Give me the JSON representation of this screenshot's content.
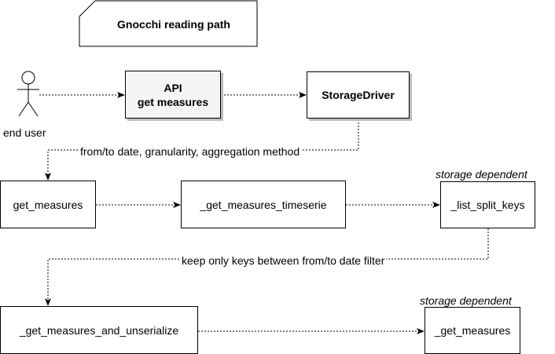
{
  "title": "Gnocchi reading path",
  "actor": {
    "label": "end user"
  },
  "nodes": {
    "api_line1": "API",
    "api_line2": "get measures",
    "storage_driver": "StorageDriver",
    "get_measures": "get_measures",
    "get_measures_timeserie": "_get_measures_timeserie",
    "list_split_keys": "_list_split_keys",
    "get_measures_and_unserialize": "_get_measures_and_unserialize",
    "get_measures_private": "_get_measures"
  },
  "annotations": {
    "storage_dependent_1": "storage dependent",
    "storage_dependent_2": "storage dependent"
  },
  "edge_labels": {
    "driver_to_get_measures": "from/to date, granularity, aggregation method",
    "split_keys_to_unserialize": "keep only keys between from/to date filter"
  }
}
